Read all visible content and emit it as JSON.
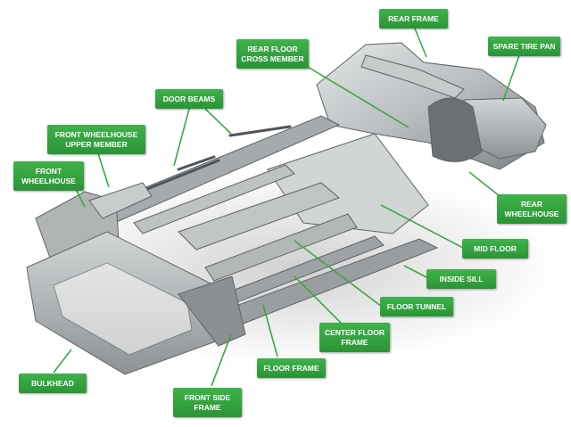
{
  "colors": {
    "label_bg": "#2ea23a",
    "leader_line": "#3aa845",
    "frame_light": "#d8dadb",
    "frame_dark": "#6f7375"
  },
  "labels": {
    "rear_frame": [
      "REAR FRAME"
    ],
    "rear_floor_cross_member": [
      "REAR FLOOR",
      "CROSS MEMBER"
    ],
    "spare_tire_pan": [
      "SPARE TIRE PAN"
    ],
    "door_beams": [
      "DOOR BEAMS"
    ],
    "front_wheelhouse_upper_member": [
      "FRONT WHEELHOUSE",
      "UPPER MEMBER"
    ],
    "front_wheelhouse": [
      "FRONT",
      "WHEELHOUSE"
    ],
    "rear_wheelhouse": [
      "REAR",
      "WHEELHOUSE"
    ],
    "mid_floor": [
      "MID FLOOR"
    ],
    "inside_sill": [
      "INSIDE SILL"
    ],
    "floor_tunnel": [
      "FLOOR TUNNEL"
    ],
    "center_floor_frame": [
      "CENTER FLOOR",
      "FRAME"
    ],
    "floor_frame": [
      "FLOOR FRAME"
    ],
    "bulkhead": [
      "BULKHEAD"
    ],
    "front_side_frame": [
      "FRONT SIDE",
      "FRAME"
    ]
  }
}
